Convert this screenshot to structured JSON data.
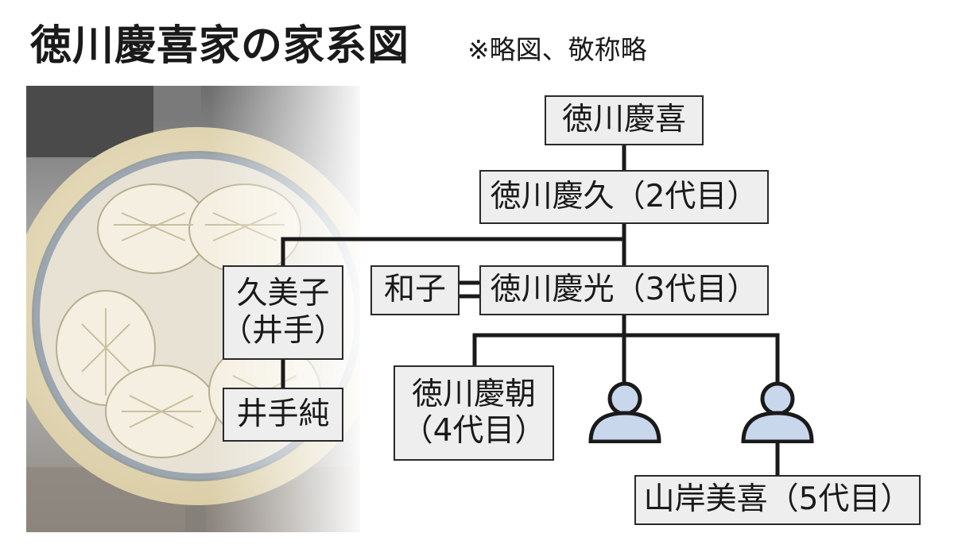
{
  "title": "徳川慶喜家の家系図",
  "note": "※略図、敬称略",
  "photo": {
    "description_icon": "tokugawa-aoi-crest-icon",
    "accent": "#d8c99c"
  },
  "colors": {
    "box_fill": "#eeeeee",
    "line": "#1a1a1a",
    "person_fill": "#c9d7ec"
  },
  "members": {
    "yoshinobu": "徳川慶喜",
    "yoshihisa": "徳川慶久（2代目）",
    "kumiko": {
      "line1": "久美子",
      "line2": "（井手）"
    },
    "kazuko": "和子",
    "yoshimitsu": "徳川慶光（3代目）",
    "ide_jun": "井手純",
    "yoshitomo": {
      "line1": "徳川慶朝",
      "line2": "（4代目）"
    },
    "yamagishi": "山岸美喜（5代目）"
  },
  "unnamed_children": [
    {
      "icon": "person-icon"
    },
    {
      "icon": "person-icon"
    }
  ]
}
